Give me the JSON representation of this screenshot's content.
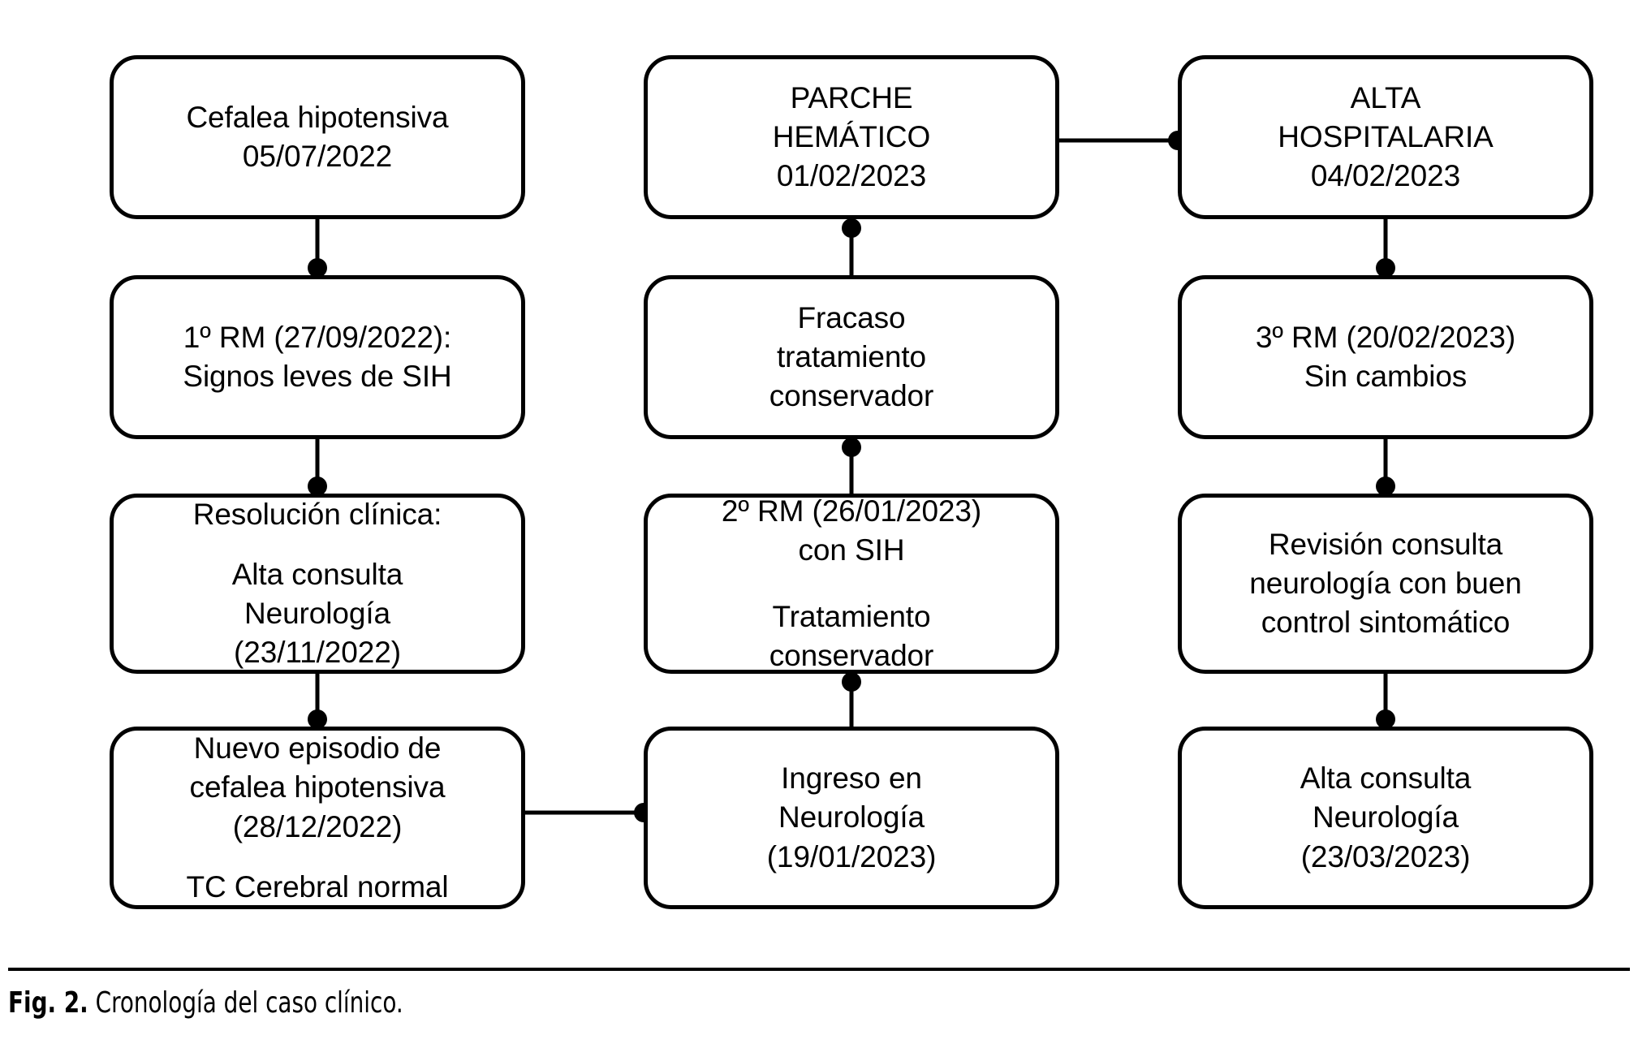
{
  "figure": {
    "caption_label": "Fig. 2.",
    "caption_text": "Cronología del caso clínico.",
    "stroke_color": "#000000",
    "background_color": "#ffffff"
  },
  "flowchart": {
    "type": "timeline-flowchart",
    "columns": 3,
    "rows": 4,
    "nodes": [
      {
        "id": "n1",
        "column": 1,
        "row": 1,
        "lines": [
          "Cefalea hipotensiva",
          "05/07/2022"
        ]
      },
      {
        "id": "n2",
        "column": 1,
        "row": 2,
        "lines": [
          "1º RM (27/09/2022):",
          "Signos leves de SIH"
        ]
      },
      {
        "id": "n3",
        "column": 1,
        "row": 3,
        "lines": [
          "Resolución clínica:",
          "Alta consulta",
          "Neurología",
          "(23/11/2022)"
        ]
      },
      {
        "id": "n4",
        "column": 1,
        "row": 4,
        "lines": [
          "Nuevo episodio de",
          "cefalea hipotensiva",
          "(28/12/2022)",
          "TC Cerebral normal"
        ]
      },
      {
        "id": "n5",
        "column": 2,
        "row": 1,
        "lines": [
          "PARCHE",
          "HEMÁTICO",
          "01/02/2023"
        ]
      },
      {
        "id": "n6",
        "column": 2,
        "row": 2,
        "lines": [
          "Fracaso",
          "tratamiento",
          "conservador"
        ]
      },
      {
        "id": "n7",
        "column": 2,
        "row": 3,
        "lines": [
          "2º RM (26/01/2023)",
          "con SIH",
          "Tratamiento",
          "conservador"
        ]
      },
      {
        "id": "n8",
        "column": 2,
        "row": 4,
        "lines": [
          "Ingreso en",
          "Neurología",
          "(19/01/2023)"
        ]
      },
      {
        "id": "n9",
        "column": 3,
        "row": 1,
        "lines": [
          "ALTA",
          "HOSPITALARIA",
          "04/02/2023"
        ]
      },
      {
        "id": "n10",
        "column": 3,
        "row": 2,
        "lines": [
          "3º RM (20/02/2023)",
          "Sin cambios"
        ]
      },
      {
        "id": "n11",
        "column": 3,
        "row": 3,
        "lines": [
          "Revisión consulta",
          "neurología con buen",
          "control sintomático"
        ]
      },
      {
        "id": "n12",
        "column": 3,
        "row": 4,
        "lines": [
          "Alta consulta",
          "Neurología",
          "(23/03/2023)"
        ]
      }
    ],
    "edges": [
      {
        "from": "n1",
        "to": "n2",
        "orientation": "vertical",
        "marker": "dot-at-target"
      },
      {
        "from": "n2",
        "to": "n3",
        "orientation": "vertical",
        "marker": "dot-at-target"
      },
      {
        "from": "n3",
        "to": "n4",
        "orientation": "vertical",
        "marker": "dot-at-target"
      },
      {
        "from": "n4",
        "to": "n8",
        "orientation": "horizontal",
        "marker": "dot-at-target"
      },
      {
        "from": "n8",
        "to": "n7",
        "orientation": "vertical",
        "marker": "dot-at-target"
      },
      {
        "from": "n7",
        "to": "n6",
        "orientation": "vertical",
        "marker": "dot-at-target"
      },
      {
        "from": "n6",
        "to": "n5",
        "orientation": "vertical",
        "marker": "dot-at-target"
      },
      {
        "from": "n5",
        "to": "n9",
        "orientation": "horizontal",
        "marker": "dot-at-target"
      },
      {
        "from": "n9",
        "to": "n10",
        "orientation": "vertical",
        "marker": "dot-at-target"
      },
      {
        "from": "n10",
        "to": "n11",
        "orientation": "vertical",
        "marker": "dot-at-target"
      },
      {
        "from": "n11",
        "to": "n12",
        "orientation": "vertical",
        "marker": "dot-at-target"
      }
    ]
  }
}
